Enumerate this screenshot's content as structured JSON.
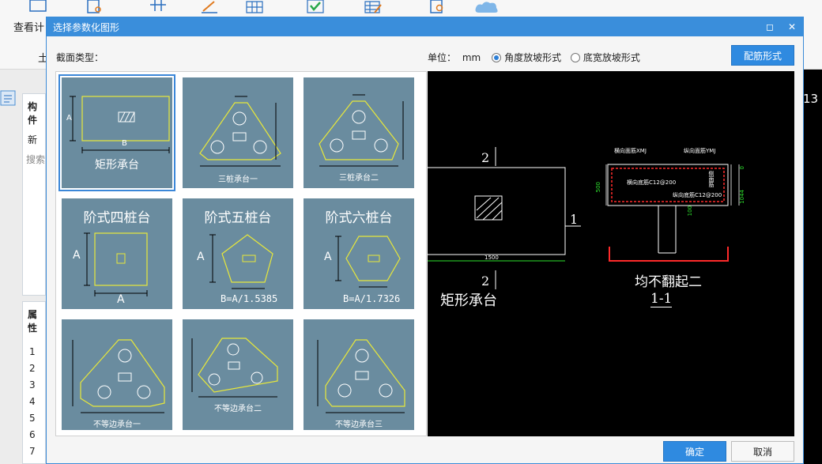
{
  "app": {
    "toolbar_label": "查看计",
    "sub_label": "土",
    "left_panel": {
      "header1": "构件",
      "new_label": "新",
      "search_placeholder": "搜索",
      "header2": "属性",
      "rows": [
        "1",
        "2",
        "3",
        "4",
        "5",
        "6",
        "7"
      ]
    },
    "right_number": "13"
  },
  "dialog": {
    "title": "选择参数化图形",
    "section_label": "截面类型：",
    "unit_label": "单位：",
    "unit_value": "mm",
    "radio_angle": "角度放坡形式",
    "radio_width": "底宽放坡形式",
    "peijin_button": "配筋形式",
    "ok_button": "确定",
    "cancel_button": "取消",
    "restore_icon": "restore-icon",
    "close_icon": "close-icon"
  },
  "shapes": [
    {
      "name": "矩形承台",
      "dimA": "A",
      "dimB": "B"
    },
    {
      "name": "三桩承台一"
    },
    {
      "name": "三桩承台二"
    },
    {
      "name": "阶式四桩台",
      "dimA": "A",
      "dimB": "A"
    },
    {
      "name": "阶式五桩台",
      "dimA": "A",
      "formula": "B=A/1.5385"
    },
    {
      "name": "阶式六桩台",
      "dimA": "A",
      "formula": "B=A/1.7326"
    },
    {
      "name": "不等边承台一"
    },
    {
      "name": "不等边承台二"
    },
    {
      "name": "不等边承台三"
    }
  ],
  "preview": {
    "label_2_top": "2",
    "label_2_bottom": "2",
    "label_1": "1",
    "caption": "矩形承台",
    "dim_1500": "1500",
    "rebar_top_h": "横向面筋XMJ",
    "rebar_top_v": "纵向面筋YMJ",
    "rebar_bot_h": "横向底筋C12@200",
    "rebar_bot_v": "纵向底筋C12@200",
    "side_bar": "侧面筋",
    "dim_500": "500",
    "dim_1044": "1044",
    "dim_0": "0",
    "dim_100": "100",
    "note": "均不翻起二",
    "section": "1-1"
  }
}
